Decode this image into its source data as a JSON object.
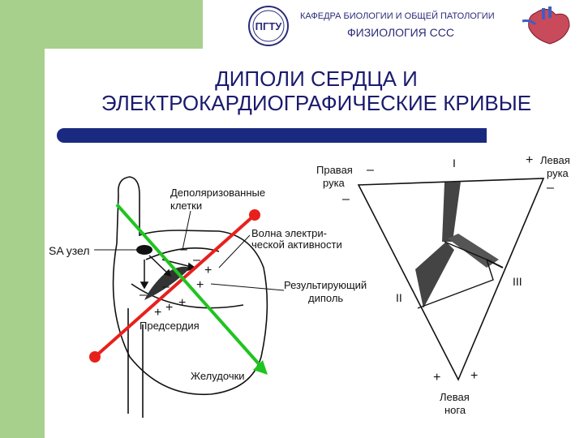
{
  "header": {
    "department": "КАФЕДРА БИОЛОГИИ И ОБЩЕЙ ПАТОЛОГИИ",
    "subject": "ФИЗИОЛОГИЯ ССС",
    "logo_text": "ПГТУ"
  },
  "title": {
    "line1": "ДИПОЛИ СЕРДЦА И",
    "line2": "ЭЛЕКТРОКАРДИОГРАФИЧЕСКИЕ КРИВЫЕ"
  },
  "heart_labels": {
    "depolarized_1": "Деполяризованные",
    "depolarized_2": "клетки",
    "sa_node": "SA узел",
    "wave_1": "Волна электри-",
    "wave_2": "ческой активности",
    "dipole_1": "Результирующий",
    "dipole_2": "диполь",
    "atria": "Предсердия",
    "ventricles": "Желудочки"
  },
  "triangle_labels": {
    "right_arm_1": "Правая",
    "right_arm_2": "рука",
    "left_arm_1": "Левая",
    "left_arm_2": "рука",
    "left_leg_1": "Левая",
    "left_leg_2": "нога",
    "lead_1": "I",
    "lead_2": "II",
    "lead_3": "III"
  },
  "signs": {
    "plus": "+",
    "minus": "–"
  },
  "colors": {
    "green_band": "#a8d08d",
    "rule": "#1a2a80",
    "red_line": "#e8201c",
    "green_line": "#1fc41f"
  }
}
